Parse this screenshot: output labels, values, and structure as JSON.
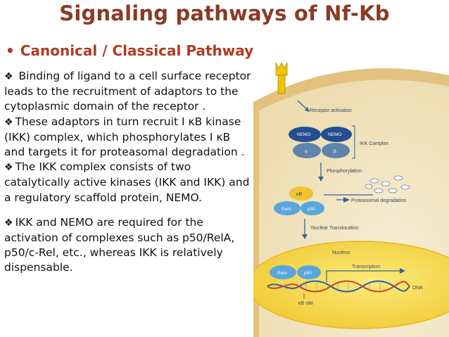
{
  "slide": {
    "title": "Signaling pathways of Nf-Kb",
    "subtitle_bullet": "•",
    "subtitle": "Canonical / Classical Pathway",
    "bullet_icon": "diamond-bullet-icon",
    "paragraphs": [
      "Binding of ligand to a cell surface receptor leads to the recruitment of adaptors to the cytoplasmic domain of the receptor .",
      "These adaptors in turn recruit I κB kinase (IKK) complex, which phosphorylates I κB and targets it for proteasomal degradation .",
      "The IKK complex consists of two catalytically active kinases (IKK and IKK) and a regulatory scaffold protein, NEMO.",
      "IKK and NEMO are required for the activation of complexes such as p50/RelA, p50/c-Rel, etc., whereas IKK is relatively dispensable."
    ]
  },
  "figure": {
    "labels": {
      "receptor_activation": "Receptor activation",
      "nemo_1": "NEMO",
      "nemo_2": "NEMO",
      "alpha": "α",
      "beta": "β",
      "ikk_complex": "IKK Complex",
      "phosphorylation": "Phosphorylation",
      "ikb": "κB",
      "rela_1": "RelA",
      "p50_1": "p50",
      "proteasomal_degradation": "Proteasomal degradation",
      "nuclear_translocation": "Nuclear Translocation",
      "nucleus": "Nucleus",
      "rela_2": "RelA",
      "p50_2": "p50",
      "transcription": "Transcription",
      "dna": "DNA",
      "kb_site": "κB site"
    },
    "colors": {
      "membrane": "#e8c98a",
      "cytoplasm": "#f3e4c0",
      "nucleus": "#f7d64a",
      "nemo": "#2b5fa8",
      "alpha_beta": "#6d8fb3",
      "ikb": "#f2c230",
      "rela_p50": "#58a6dc",
      "text": "#3a4a5c",
      "title": "#8b3a26",
      "subtitle": "#b03b22"
    }
  }
}
